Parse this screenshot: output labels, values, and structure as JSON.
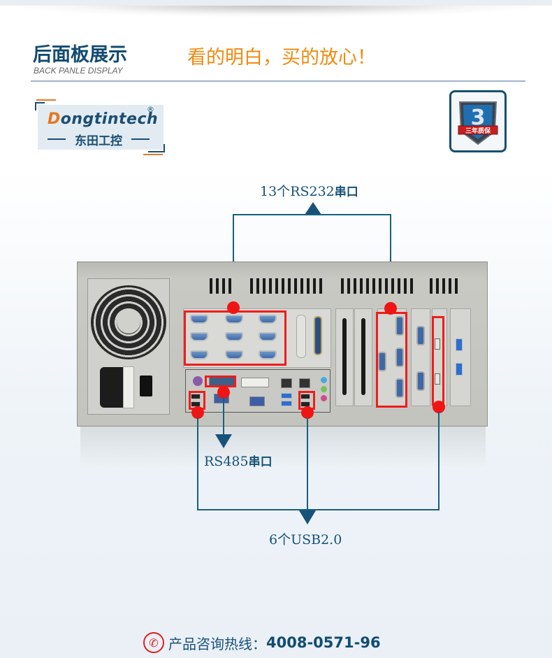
{
  "header": {
    "title": "后面板展示",
    "subtitle": "BACK PANLE DISPLAY",
    "slogan": "看的明白，买的放心！"
  },
  "brand": {
    "logo_first_letter": "D",
    "logo_rest": "ongtintech",
    "registered_mark": "®",
    "logo_cn": "东田工控"
  },
  "warranty_badge": {
    "number": "3",
    "label": "三年质保"
  },
  "annotations": {
    "rs232": {
      "count": "13个",
      "name": "RS232",
      "suffix": "串口"
    },
    "rs485": {
      "name": "RS485",
      "suffix": "串口"
    },
    "usb": {
      "count": "6个",
      "name": "USB2.0"
    }
  },
  "colors": {
    "title_blue": "#124b70",
    "slogan_orange": "#f08a0e",
    "highlight_red": "#ef1d1d",
    "line_blue": "#17607f"
  },
  "footer": {
    "label": "产品咨询热线：",
    "phone": "4008-0571-96"
  }
}
